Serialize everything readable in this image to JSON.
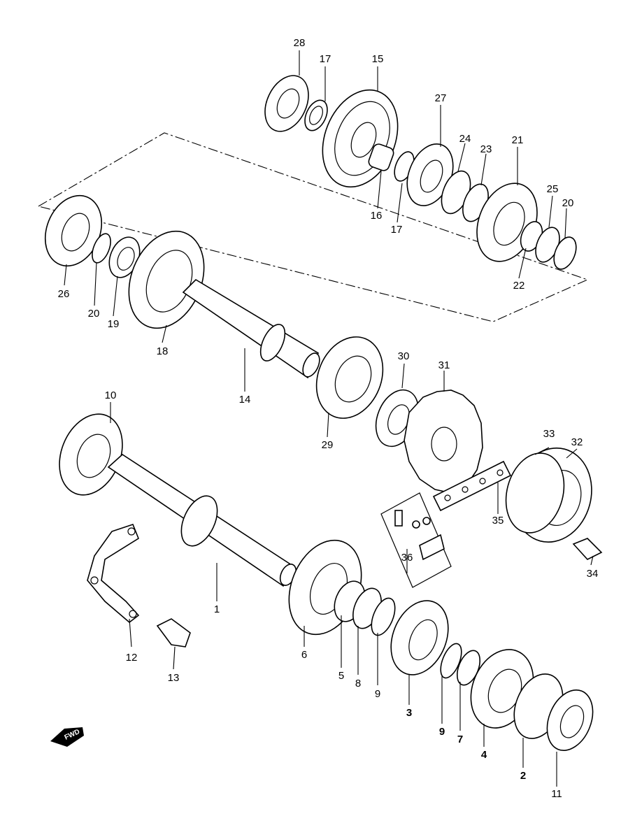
{
  "callouts": {
    "p1": "1",
    "p2": "2",
    "p3": "3",
    "p4": "4",
    "p5": "5",
    "p6": "6",
    "p7": "7",
    "p8": "8",
    "p9a": "9",
    "p9b": "9",
    "p10": "10",
    "p11": "11",
    "p12": "12",
    "p13": "13",
    "p14": "14",
    "p15": "15",
    "p16": "16",
    "p17a": "17",
    "p17b": "17",
    "p18": "18",
    "p19": "19",
    "p20a": "20",
    "p20b": "20",
    "p21": "21",
    "p22": "22",
    "p23": "23",
    "p24": "24",
    "p25": "25",
    "p26": "26",
    "p27": "27",
    "p28": "28",
    "p29": "29",
    "p30": "30",
    "p31": "31",
    "p32": "32",
    "p33": "33",
    "p34": "34",
    "p35": "35",
    "p36": "36"
  },
  "direction_badge": "FWD",
  "colors": {
    "line": "#000000",
    "background": "#ffffff"
  }
}
